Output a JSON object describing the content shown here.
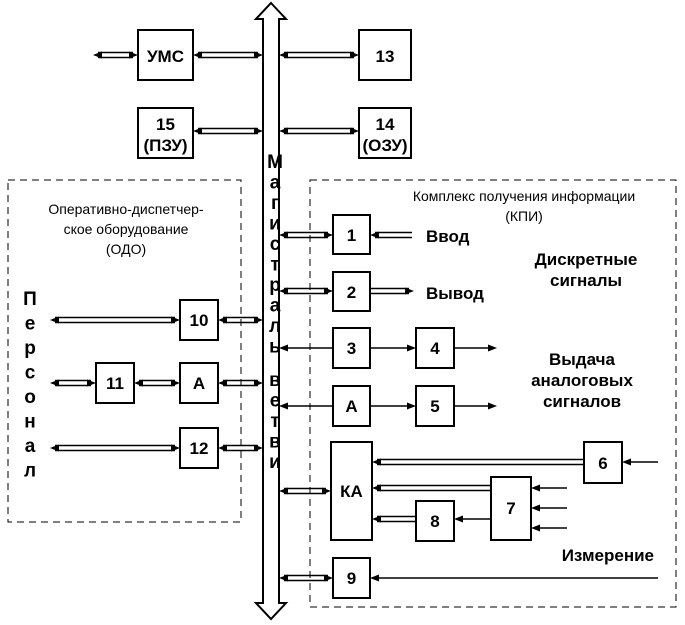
{
  "bus": {
    "label_line1": "Магистраль",
    "label_line2": "ветви"
  },
  "blocks": {
    "ums": "УМС",
    "b13": "13",
    "b15_num": "15",
    "b15_sub": "(ПЗУ)",
    "b14_num": "14",
    "b14_sub": "(ОЗУ)",
    "b1": "1",
    "b2": "2",
    "b3": "3",
    "b4": "4",
    "ba_right": "А",
    "b5": "5",
    "ka": "КА",
    "b6": "6",
    "b7": "7",
    "b8": "8",
    "b9": "9",
    "b10": "10",
    "b11": "11",
    "ba_left": "А",
    "b12": "12"
  },
  "odo": {
    "title_line1": "Оперативно-диспетчер-",
    "title_line2": "ское оборудование",
    "title_line3": "(ОДО)",
    "personnel": "Персонал"
  },
  "kpi": {
    "title_line1": "Комплекс получения информации",
    "title_line2": "(КПИ)",
    "input": "Ввод",
    "output": "Вывод",
    "discrete_line1": "Дискретные",
    "discrete_line2": "сигналы",
    "analog_line1": "Выдача",
    "analog_line2": "аналоговых",
    "analog_line3": "сигналов",
    "measurement": "Измерение"
  }
}
